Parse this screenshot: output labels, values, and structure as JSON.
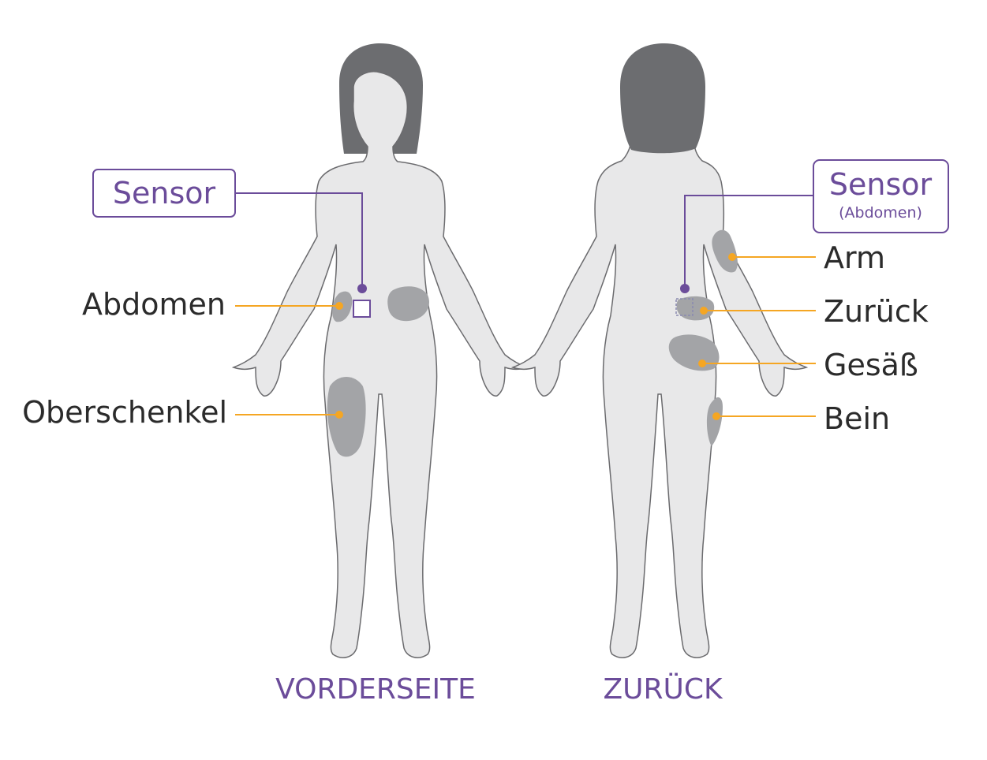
{
  "labels": {
    "front": {
      "sensor": "Sensor",
      "abdomen": "Abdomen",
      "thigh": "Oberschenkel",
      "caption": "VORDERSEITE"
    },
    "back": {
      "sensor": "Sensor",
      "sensor_sub": "(Abdomen)",
      "arm": "Arm",
      "back": "Zurück",
      "buttock": "Gesäß",
      "leg": "Bein",
      "caption": "ZURÜCK"
    }
  },
  "colors": {
    "body_fill": "#e8e8e9",
    "body_stroke": "#6b6b6e",
    "hair": "#6c6d70",
    "site_area": "#a3a4a7",
    "sensor_accent": "#6b4c9a",
    "leader_line": "#f5a623",
    "text": "#2b2b2b"
  }
}
